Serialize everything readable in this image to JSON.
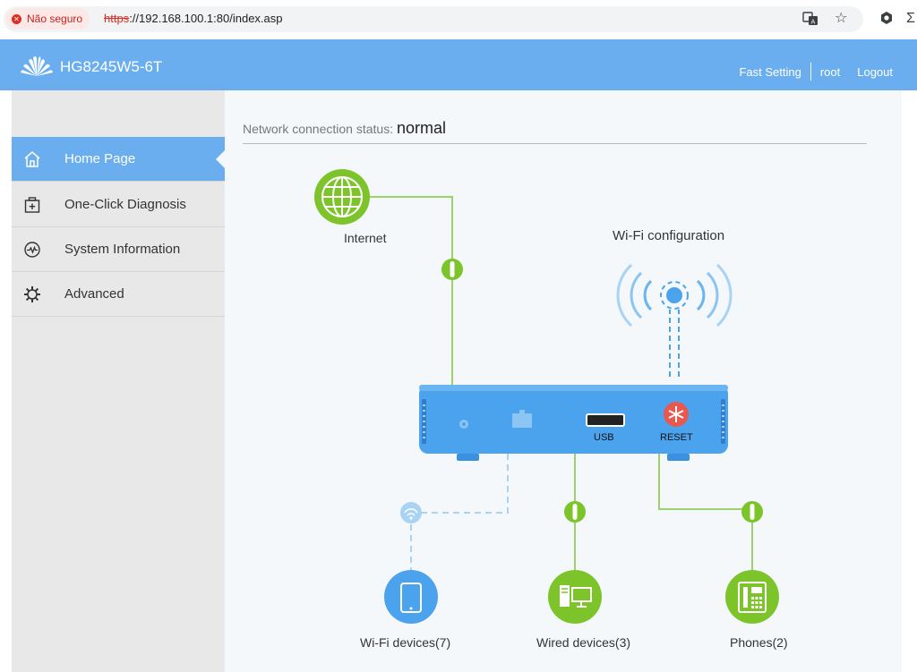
{
  "browser": {
    "security_label": "Não seguro",
    "url_scheme": "https",
    "url_rest": "://192.168.100.1:80/index.asp",
    "icons": [
      "translate-icon",
      "bookmark-star-icon",
      "extension-icon",
      "more-icon"
    ]
  },
  "header": {
    "title": "HG8245W5-6T",
    "fast_setting": "Fast Setting",
    "user": "root",
    "logout": "Logout",
    "brand_color": "#6aaef0"
  },
  "sidebar": {
    "items": [
      {
        "label": "Home Page",
        "icon": "home-icon",
        "active": true
      },
      {
        "label": "One-Click Diagnosis",
        "icon": "diagnosis-icon",
        "active": false
      },
      {
        "label": "System Information",
        "icon": "pulse-icon",
        "active": false
      },
      {
        "label": "Advanced",
        "icon": "gear-icon",
        "active": false
      }
    ]
  },
  "main": {
    "status_label": "Network connection status:",
    "status_value": "normal",
    "internet_label": "Internet",
    "wifi_config_label": "Wi-Fi configuration",
    "usb_label": "USB",
    "reset_label": "RESET",
    "wifi_devices_label": "Wi-Fi devices(7)",
    "wired_devices_label": "Wired devices(3)",
    "phones_label": "Phones(2)",
    "colors": {
      "green": "#7dc42b",
      "blue": "#4ba3ee",
      "light_blue": "#a9d3f5",
      "reset_red": "#e9584f"
    }
  }
}
